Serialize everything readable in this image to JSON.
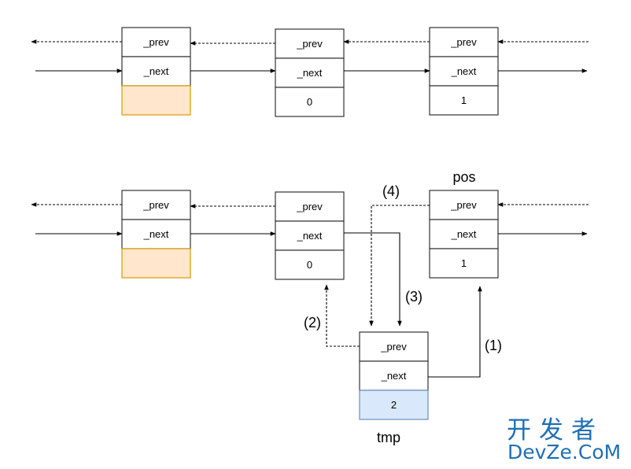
{
  "diagram": {
    "top_row": {
      "nodes": [
        {
          "prev": "_prev",
          "next": "_next",
          "value": ""
        },
        {
          "prev": "_prev",
          "next": "_next",
          "value": "0"
        },
        {
          "prev": "_prev",
          "next": "_next",
          "value": "1"
        }
      ]
    },
    "bottom_row": {
      "nodes": [
        {
          "prev": "_prev",
          "next": "_next",
          "value": ""
        },
        {
          "prev": "_prev",
          "next": "_next",
          "value": "0"
        },
        {
          "prev": "_prev",
          "next": "_next",
          "value": "1"
        }
      ],
      "pos_label": "pos",
      "tmp_node": {
        "prev": "_prev",
        "next": "_next",
        "value": "2"
      },
      "tmp_label": "tmp",
      "step_labels": [
        "(1)",
        "(2)",
        "(3)",
        "(4)"
      ]
    },
    "colors": {
      "head_fill": "#ffe6cc",
      "head_border": "#d79b00",
      "new_fill": "#dae8fc",
      "new_border": "#6c8ebf"
    }
  },
  "watermark": {
    "cn": "开发者",
    "en": "DevZe.CoM"
  }
}
